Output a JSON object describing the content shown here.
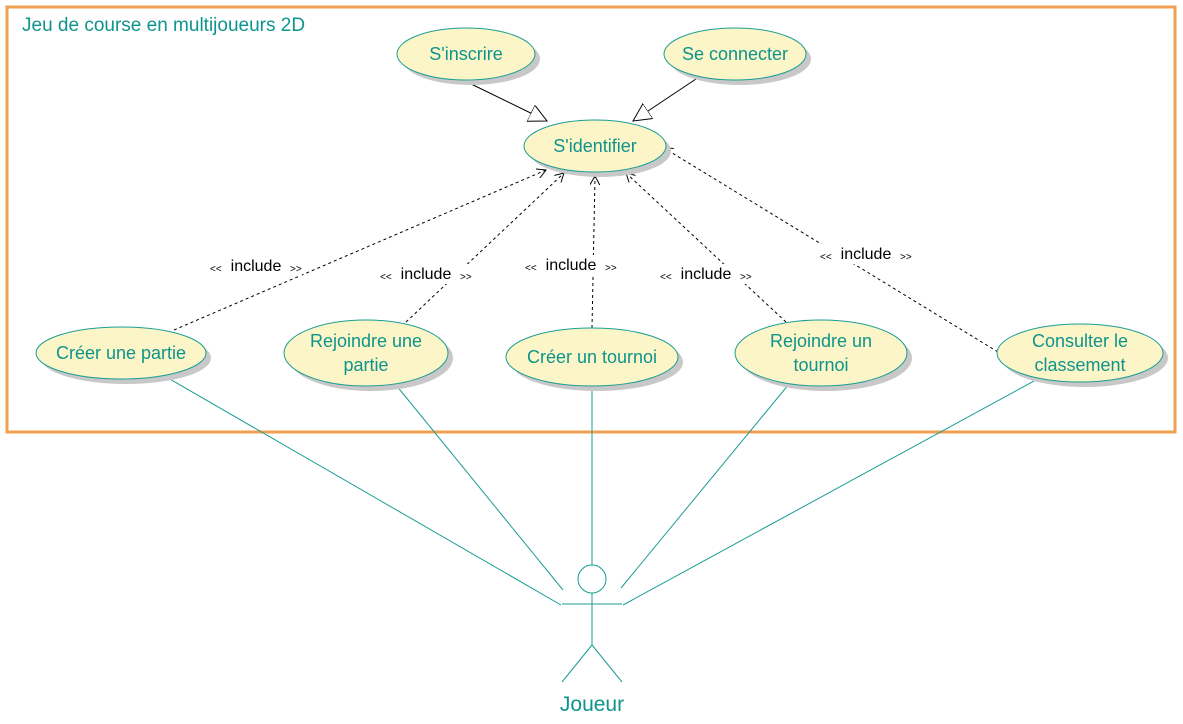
{
  "system": {
    "title": "Jeu de course en multijoueurs 2D",
    "border_color": "#f0a050"
  },
  "colors": {
    "usecase_fill": "#fbf5c8",
    "usecase_stroke": "#1a9e94",
    "text": "#0e948c",
    "shadow": "#c8c8c8"
  },
  "usecases": {
    "sinscrire": {
      "lines": [
        "S'inscrire"
      ]
    },
    "seconnecter": {
      "lines": [
        "Se connecter"
      ]
    },
    "sidentifier": {
      "lines": [
        "S'identifier"
      ]
    },
    "creer_partie": {
      "lines": [
        "Créer une partie"
      ]
    },
    "rejoindre_partie": {
      "lines": [
        "Rejoindre une",
        "partie"
      ]
    },
    "creer_tournoi": {
      "lines": [
        "Créer un tournoi"
      ]
    },
    "rejoindre_tournoi": {
      "lines": [
        "Rejoindre un",
        "tournoi"
      ]
    },
    "consulter": {
      "lines": [
        "Consulter le",
        "classement"
      ]
    }
  },
  "include_label": "include",
  "actor": {
    "name": "Joueur"
  }
}
